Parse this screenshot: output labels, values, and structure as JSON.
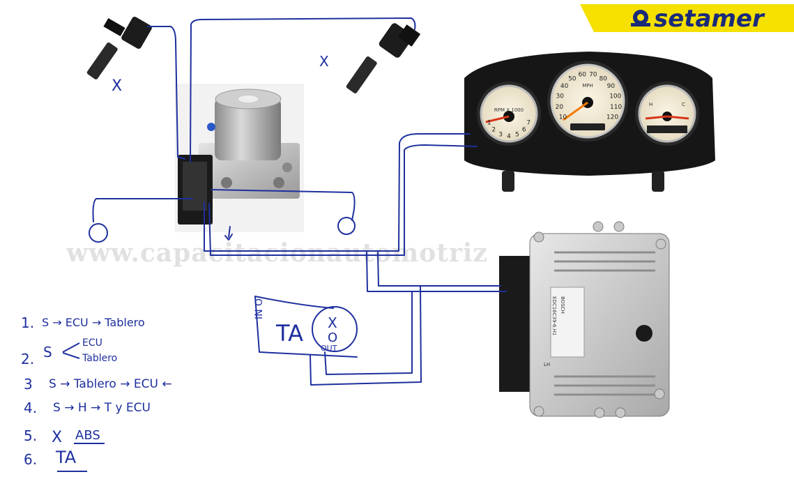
{
  "brand": {
    "name": "setamer",
    "accent": "#f5e000",
    "text_color": "#1a2a7a"
  },
  "watermark": "www.capacitacionautomotriz",
  "sensor_marks": [
    "X",
    "X"
  ],
  "notes": [
    {
      "num": "1.",
      "text": "S → ECU → Tablero"
    },
    {
      "num": "2.",
      "text": "S",
      "branch_a": "ECU",
      "branch_b": "Tablero"
    },
    {
      "num": "3",
      "text": "S → Tablero → ECU ←"
    },
    {
      "num": "4.",
      "text": "S → H → T y ECU"
    },
    {
      "num": "5.",
      "text": "ABS",
      "strike": "X"
    },
    {
      "num": "6.",
      "text": "TA"
    }
  ],
  "ta_box": {
    "label": "TA",
    "side": "IN\nO",
    "x": "X",
    "o": "O",
    "out": "OUT"
  },
  "cluster": {
    "tach_numbers": [
      "1",
      "2",
      "3",
      "4",
      "5",
      "6",
      "7"
    ],
    "tach_label": "RPM X 1000",
    "speedo_numbers": [
      "10",
      "20",
      "30",
      "40",
      "50",
      "60",
      "70",
      "80",
      "90",
      "100",
      "110",
      "120"
    ],
    "speedo_label": "MPH",
    "fuel_labels": [
      "H",
      "C"
    ]
  },
  "ecu": {
    "maker": "BOSCH",
    "code": "EDC16C39-6.H1",
    "tag": "LH"
  }
}
